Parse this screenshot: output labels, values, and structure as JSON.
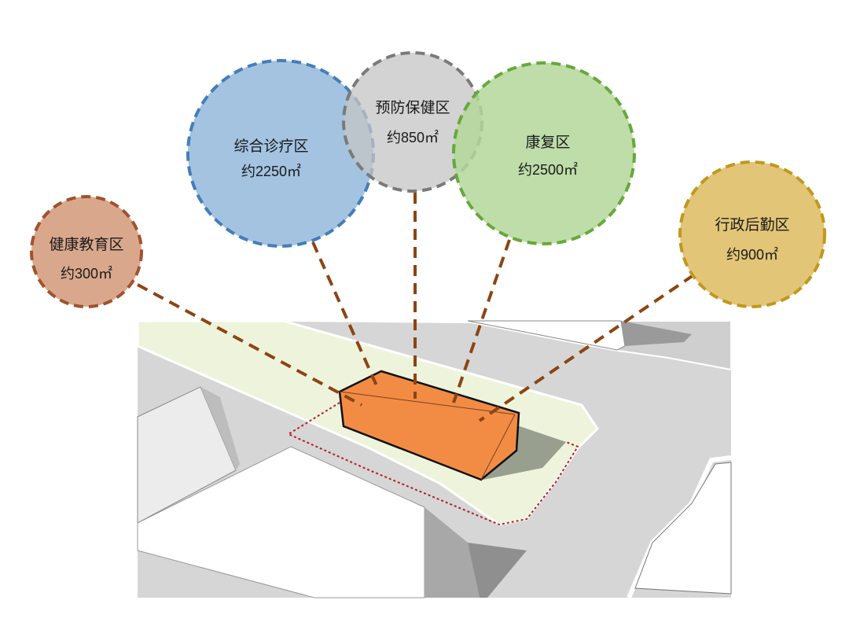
{
  "zones": [
    {
      "name": "健康教育区",
      "area": "约300㎡",
      "fill": "#d9a88c",
      "stroke": "#a0522d"
    },
    {
      "name": "综合诊疗区",
      "area": "约2250㎡",
      "fill": "#9fc0e0",
      "stroke": "#3b78b5"
    },
    {
      "name": "预防保健区",
      "area": "约850㎡",
      "fill": "#c4c4c4",
      "stroke": "#7a7a7a"
    },
    {
      "name": "康复区",
      "area": "约2500㎡",
      "fill": "#b3d799",
      "stroke": "#67a83b"
    },
    {
      "name": "行政后勤区",
      "area": "约900㎡",
      "fill": "#e2c577",
      "stroke": "#c0981f"
    }
  ],
  "colors": {
    "building": "#f28c45",
    "site": "#eef4dc",
    "ground": "#d4d4d4",
    "boundary": "#b01f2a",
    "leader": "#8b4513"
  }
}
